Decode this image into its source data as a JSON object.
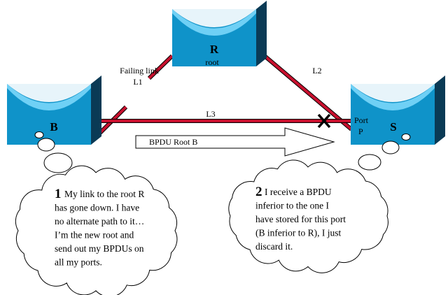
{
  "colors": {
    "switch_body": "#0f93c9",
    "switch_top": "#6fd0f5",
    "switch_side": "#0a3a55",
    "link": "#c8102e"
  },
  "switches": {
    "R": {
      "name": "R",
      "sub": "root"
    },
    "B": {
      "name": "B"
    },
    "S": {
      "name": "S",
      "port": "Port",
      "port_id": "P"
    }
  },
  "links": {
    "l1": "Failing link",
    "l1_id": "L1",
    "l2": "L2",
    "l3": "L3"
  },
  "arrow": {
    "label": "BPDU Root B"
  },
  "cloud1": {
    "num": "1",
    "lines": [
      "My link to the root R",
      "has gone down. I have",
      "no alternate path to it…",
      "I’m the new root and",
      "send out my BPDUs on",
      "all my ports."
    ]
  },
  "cloud2": {
    "num": "2",
    "lines": [
      "I receive a BPDU",
      "inferior to the one I",
      "have stored for this port",
      "(B inferior to R), I just",
      "discard it."
    ]
  },
  "blocked_marker_icon": "x-mark"
}
